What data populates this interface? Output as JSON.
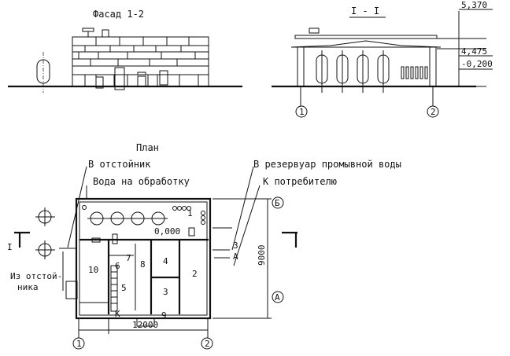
{
  "facade": {
    "title": "Фасад 1-2"
  },
  "section": {
    "title": "I - I",
    "levels": {
      "top": "5,370",
      "mid": "4,475",
      "ground": "-0,200"
    },
    "axes": [
      "1",
      "2"
    ]
  },
  "plan": {
    "title": "План",
    "labels": {
      "to_settler": "В отстойник",
      "water_treatment": "Вода на обработку",
      "to_reservoir": "В резервуар промывной воды",
      "to_consumer": "К потребителю",
      "from_settler_1": "Из отстой-",
      "from_settler_2": "ника",
      "k": "К",
      "z": "З",
      "a": "А",
      "level": "0,000",
      "cut": "I"
    },
    "dimensions": {
      "width": "12000",
      "depth": "9000"
    },
    "axes": {
      "col1": "1",
      "col2": "2",
      "rowA": "А",
      "rowB": "Б"
    },
    "rooms": [
      "1",
      "2",
      "3",
      "4",
      "5",
      "6",
      "7",
      "8",
      "9",
      "10"
    ]
  }
}
